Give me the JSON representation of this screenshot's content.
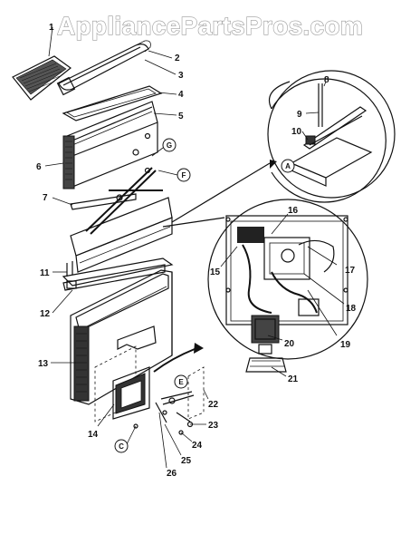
{
  "watermark": {
    "text": "AppliancePartsPros.com"
  },
  "callouts": [
    {
      "number": "1"
    },
    {
      "number": "2"
    },
    {
      "number": "3"
    },
    {
      "number": "4"
    },
    {
      "number": "5"
    },
    {
      "number": "6"
    },
    {
      "number": "7"
    },
    {
      "number": "8"
    },
    {
      "number": "9"
    },
    {
      "number": "10"
    },
    {
      "number": "11"
    },
    {
      "number": "12"
    },
    {
      "number": "13"
    },
    {
      "number": "14"
    },
    {
      "number": "15"
    },
    {
      "number": "16"
    },
    {
      "number": "17"
    },
    {
      "number": "18"
    },
    {
      "number": "19"
    },
    {
      "number": "20"
    },
    {
      "number": "21"
    },
    {
      "number": "22"
    },
    {
      "number": "23"
    },
    {
      "number": "24"
    },
    {
      "number": "25"
    },
    {
      "number": "26"
    }
  ],
  "reference_letters": {
    "A": "A",
    "C": "C",
    "E": "E",
    "F": "F",
    "G": "G"
  }
}
